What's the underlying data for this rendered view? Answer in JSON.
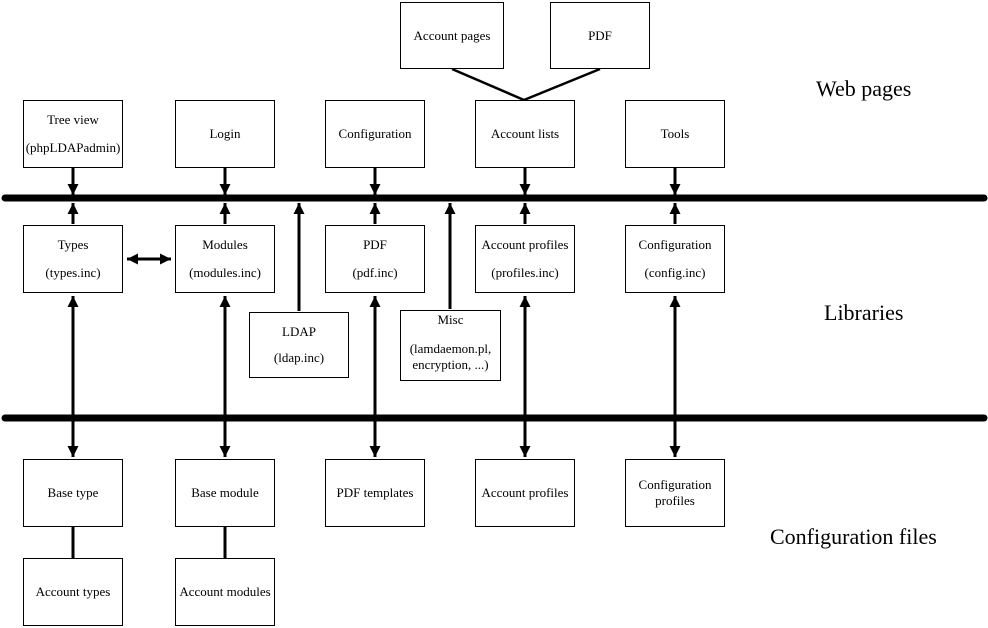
{
  "diagram": {
    "section_labels": {
      "web_pages": "Web pages",
      "libraries": "Libraries",
      "configuration_files": "Configuration files"
    },
    "nodes": {
      "account_pages": {
        "line1": "Account pages"
      },
      "pdf_page": {
        "line1": "PDF"
      },
      "tree_view": {
        "line1": "Tree view",
        "line2": "(phpLDAPadmin)"
      },
      "login": {
        "line1": "Login"
      },
      "configuration_page": {
        "line1": "Configuration"
      },
      "account_lists": {
        "line1": "Account lists"
      },
      "tools": {
        "line1": "Tools"
      },
      "types": {
        "line1": "Types",
        "line2": "(types.inc)"
      },
      "modules": {
        "line1": "Modules",
        "line2": "(modules.inc)"
      },
      "pdf_lib": {
        "line1": "PDF",
        "line2": "(pdf.inc)"
      },
      "account_profiles_lib": {
        "line1": "Account profiles",
        "line2": "(profiles.inc)"
      },
      "configuration_lib": {
        "line1": "Configuration",
        "line2": "(config.inc)"
      },
      "ldap": {
        "line1": "LDAP",
        "line2": "(ldap.inc)"
      },
      "misc": {
        "line1": "Misc",
        "line2": "(lamdaemon.pl,",
        "line3": "encryption, ...)"
      },
      "base_type": {
        "line1": "Base type"
      },
      "base_module": {
        "line1": "Base module"
      },
      "pdf_templates": {
        "line1": "PDF templates"
      },
      "account_profiles_file": {
        "line1": "Account profiles"
      },
      "configuration_profiles": {
        "line1": "Configuration",
        "line2": "profiles"
      },
      "account_types": {
        "line1": "Account types"
      },
      "account_modules": {
        "line1": "Account modules"
      }
    },
    "colors": {
      "line": "#000000",
      "box_border": "#000000",
      "background": "#ffffff"
    }
  }
}
